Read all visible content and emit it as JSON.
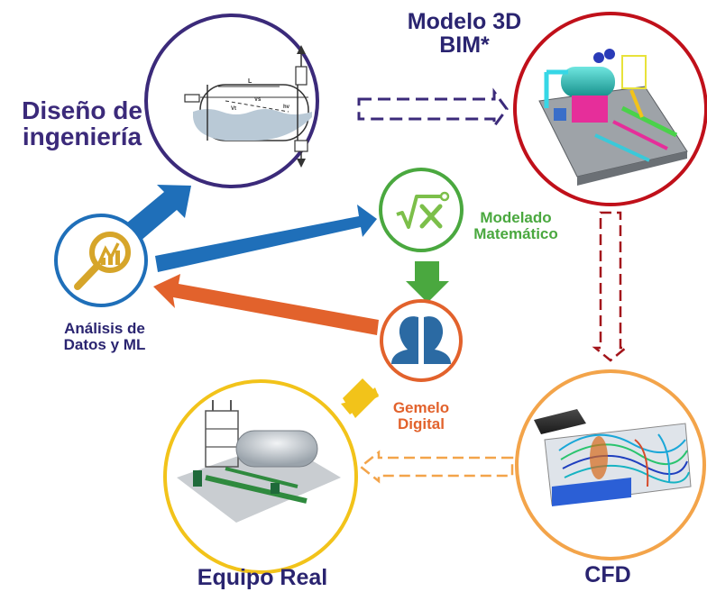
{
  "colors": {
    "engineering": "#3b2a7a",
    "bim": "#c0101a",
    "math": "#4aa83f",
    "twin": "#e2622c",
    "analysis": "#1f6fb9",
    "real": "#f2c31a",
    "cfd": "#f3a44a",
    "text_dark": "#2a2470"
  },
  "nodes": {
    "engineering": {
      "label_line1": "Diseño de",
      "label_line2": "ingeniería",
      "icon": "horizontal-separator-vessel-drawing"
    },
    "bim": {
      "label_line1": "Modelo 3D",
      "label_line2": "BIM*",
      "icon": "3d-skid-model"
    },
    "analysis": {
      "label_line1": "Análisis de",
      "label_line2": "Datos y ML",
      "icon": "magnifier-chart-icon"
    },
    "math": {
      "label_line1": "Modelado",
      "label_line2": "Matemático",
      "icon": "square-root-x-icon"
    },
    "twin": {
      "label_line1": "Gemelo",
      "label_line2": "Digital",
      "icon": "twin-heads-icon"
    },
    "real": {
      "label": "Equipo Real",
      "icon": "separator-plant-photo"
    },
    "cfd": {
      "label": "CFD",
      "icon": "cfd-streamlines-render"
    }
  },
  "drawing": {
    "dim_L": "L",
    "dim_vs": "Vs",
    "dim_vt": "Vt",
    "dim_hv": "hv"
  }
}
